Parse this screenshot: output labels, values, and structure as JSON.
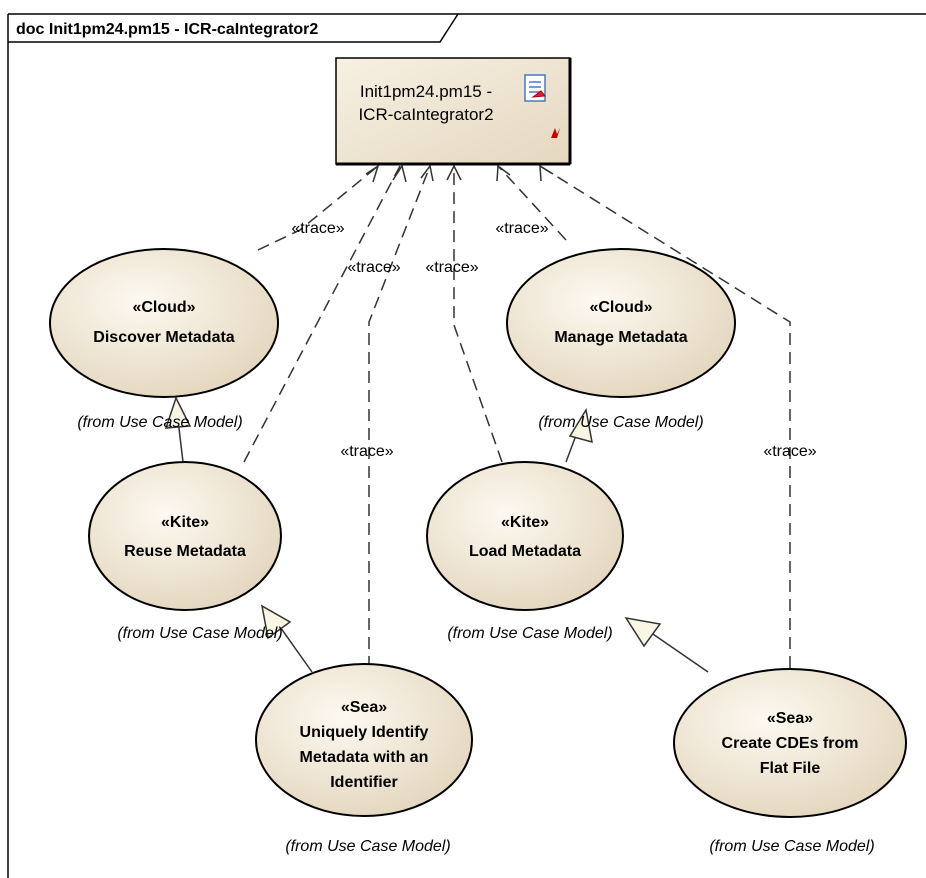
{
  "frame": {
    "title": "doc Init1pm24.pm15 - ICR-caIntegrator2"
  },
  "artifact": {
    "line1": "Init1pm24.pm15 -",
    "line2": "ICR-caIntegrator2",
    "icon": "document-icon"
  },
  "use_cases": [
    {
      "id": "discover",
      "stereotype": "«Cloud»",
      "name_lines": [
        "Discover Metadata"
      ],
      "from": "(from Use Case Model)"
    },
    {
      "id": "manage",
      "stereotype": "«Cloud»",
      "name_lines": [
        "Manage Metadata"
      ],
      "from": "(from Use Case Model)"
    },
    {
      "id": "reuse",
      "stereotype": "«Kite»",
      "name_lines": [
        "Reuse Metadata"
      ],
      "from": "(from Use Case Model)"
    },
    {
      "id": "load",
      "stereotype": "«Kite»",
      "name_lines": [
        "Load Metadata"
      ],
      "from": "(from Use Case Model)"
    },
    {
      "id": "uniquely",
      "stereotype": "«Sea»",
      "name_lines": [
        "Uniquely Identify",
        "Metadata with an",
        "Identifier"
      ],
      "from": "(from Use Case Model)"
    },
    {
      "id": "create",
      "stereotype": "«Sea»",
      "name_lines": [
        "Create CDEs from",
        "Flat File"
      ],
      "from": "(from Use Case Model)"
    }
  ],
  "trace_labels": [
    "«trace»",
    "«trace»",
    "«trace»",
    "«trace»",
    "«trace»",
    "«trace»"
  ],
  "colors": {
    "usecase_fill_light": "#fbf6ec",
    "usecase_fill_dark": "#e6dac3",
    "artifact_fill": "#efe6d4"
  }
}
